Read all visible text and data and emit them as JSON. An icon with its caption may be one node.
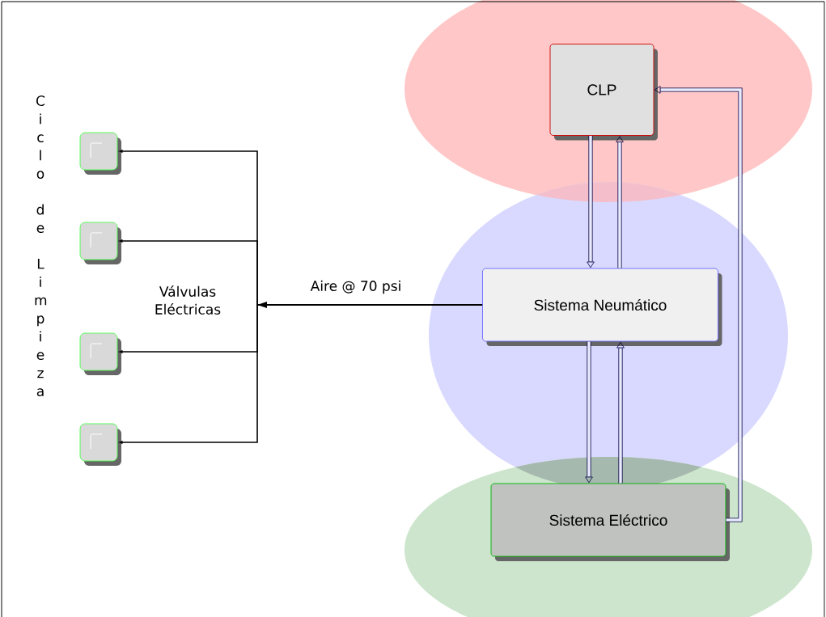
{
  "diagram": {
    "nodes": [
      {
        "text": [
          "CLP"
        ]
      },
      {
        "text": [
          "Sistema Neumático"
        ]
      },
      {
        "text": [
          "Sistema Eléctrico"
        ]
      },
      {
        "text": [],
        "shape": "box"
      },
      {
        "text": [],
        "shape": "box"
      },
      {
        "text": [],
        "shape": "box"
      },
      {
        "text": [],
        "shape": "box"
      }
    ],
    "edges": [
      {
        "from": 1,
        "to": 3,
        "arrow": "to",
        "label": "Aire @ 70 psi",
        "color": "#000000"
      },
      {
        "from": 1,
        "to": 4,
        "arrow": "to",
        "color": "#000000"
      },
      {
        "from": 1,
        "to": 5,
        "arrow": "to",
        "color": "#000000"
      },
      {
        "from": 1,
        "to": 6,
        "arrow": "to",
        "color": "#000000"
      },
      {
        "from": 0,
        "to": 1,
        "arrow": "to"
      },
      {
        "from": 1,
        "to": 0,
        "arrow": "to"
      },
      {
        "from": 1,
        "to": 2,
        "arrow": "to"
      },
      {
        "from": 2,
        "to": 1,
        "arrow": "to"
      },
      {
        "from": 2,
        "to": 0,
        "arrow": "to"
      }
    ],
    "labels": [
      "Ciclo de Limpieza",
      "Válvulas Eléctricas"
    ]
  }
}
